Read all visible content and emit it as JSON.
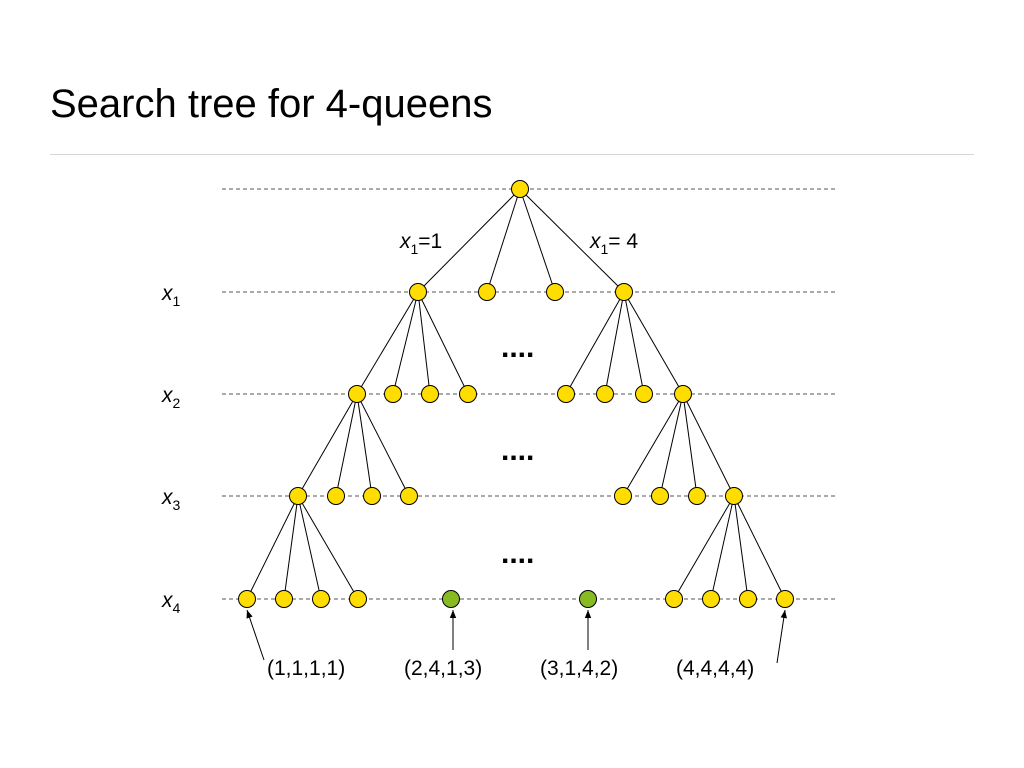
{
  "title": "Search tree for 4-queens",
  "colors": {
    "node": "#ffdd00",
    "solution": "#88bb22",
    "title_rule": "#d6d6d6"
  },
  "levels": [
    {
      "var": "x",
      "sub": "1"
    },
    {
      "var": "x",
      "sub": "2"
    },
    {
      "var": "x",
      "sub": "3"
    },
    {
      "var": "x",
      "sub": "4"
    }
  ],
  "branch_labels": [
    {
      "var": "x",
      "sub": "1",
      "text": "=1"
    },
    {
      "var": "x",
      "sub": "1",
      "text": "= 4"
    }
  ],
  "ellipsis": "....",
  "leaf_labels": [
    "(1,1,1,1)",
    "(2,4,1,3)",
    "(3,1,4,2)",
    "(4,4,4,4)"
  ]
}
